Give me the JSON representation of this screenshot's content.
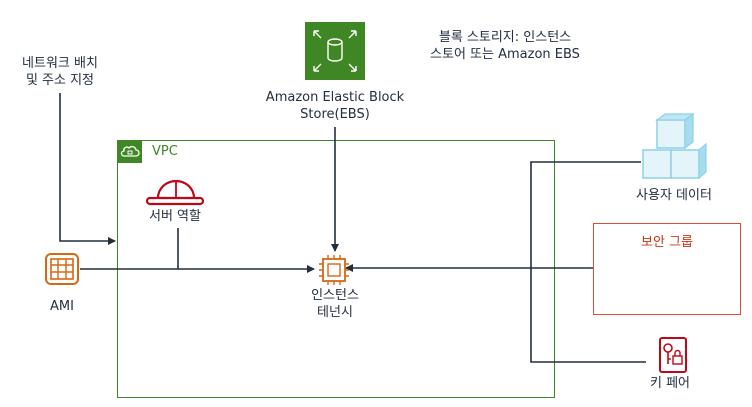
{
  "labels": {
    "network": [
      "네트워크 배치",
      "및 주소 지정"
    ],
    "ebs": [
      "Amazon Elastic Block",
      "Store(EBS)"
    ],
    "block_storage": [
      "블록 스토리지: 인스턴스",
      "스토어 또는 Amazon EBS"
    ],
    "vpc": "VPC",
    "server_role": "서버 역할",
    "ami": "AMI",
    "instance_tenancy": [
      "인스턴스",
      "테넌시"
    ],
    "user_data": "사용자 데이터",
    "security_group": "보안 그룹",
    "key_pair": "키 페어"
  },
  "colors": {
    "vpc_green": "#3f8624",
    "ebs_green": "#3f8624",
    "security_red": "#d13212",
    "ami_orange": "#d86613",
    "instance_orange": "#d86613",
    "user_data_blue": "#8fd0e8",
    "key_red": "#bf0816",
    "line": "#232f3e"
  },
  "icons": [
    "ebs-icon",
    "vpc-cloud-icon",
    "hard-hat-icon",
    "ami-icon",
    "chip-icon",
    "cubes-icon",
    "key-pair-icon"
  ]
}
